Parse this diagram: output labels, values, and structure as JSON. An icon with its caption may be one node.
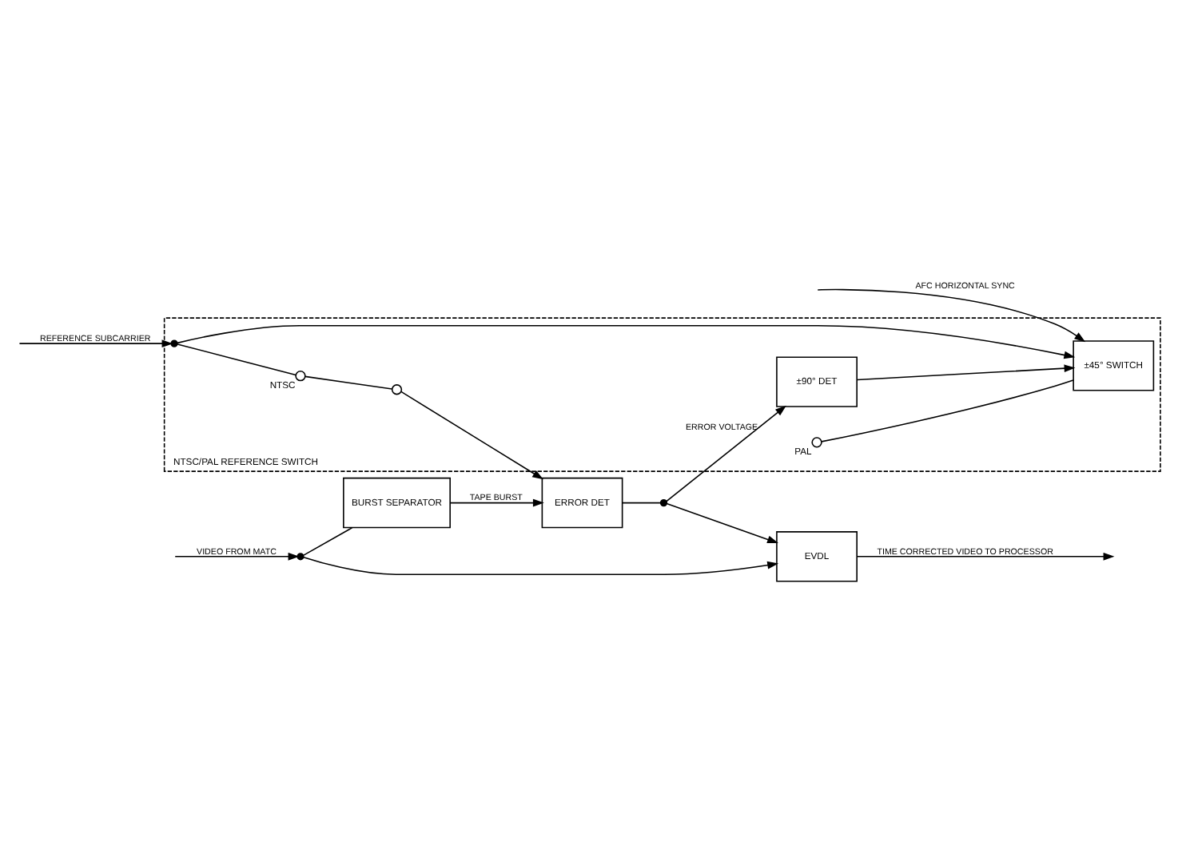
{
  "diagram": {
    "nodes": [
      {
        "text": [
          "NTSC/PAL REFERENCE SWITCH"
        ]
      },
      {
        "text": [
          "EVDL"
        ]
      },
      {
        "text": [
          "BURST SEPARATOR"
        ]
      },
      {
        "text": [
          "ERROR DET"
        ]
      },
      {
        "text": [
          "±90° DET"
        ],
        "in": 0
      },
      {
        "text": [
          "±45° SWITCH"
        ],
        "in": 0
      },
      {
        "text": [],
        "shape": "dot"
      },
      {
        "text": [],
        "shape": "dot"
      },
      {
        "text": [],
        "shape": "dot",
        "in": 0
      },
      {
        "text": [],
        "shape": "circle",
        "beside": [
          "NTSC"
        ],
        "in": 0
      },
      {
        "text": [],
        "shape": "circle",
        "in": 0
      },
      {
        "text": [],
        "shape": "circle",
        "beside": [
          "PAL"
        ],
        "in": 0
      }
    ],
    "edges": [
      {
        "from": null,
        "to": 6,
        "arrow": "to",
        "label": "VIDEO FROM MATC"
      },
      {
        "from": 6,
        "to": 1,
        "arrow": "to"
      },
      {
        "from": 1,
        "to": null,
        "arrow": "to",
        "label": "TIME CORRECTED VIDEO TO PROCESSOR"
      },
      {
        "from": 6,
        "to": 2,
        "arrow": "none"
      },
      {
        "from": 2,
        "to": 3,
        "arrow": "to",
        "label": "TAPE BURST"
      },
      {
        "from": 3,
        "to": 7,
        "arrow": "none"
      },
      {
        "from": 7,
        "to": 1,
        "arrow": "to"
      },
      {
        "from": 7,
        "to": 4,
        "arrow": "to",
        "label": "ERROR VOLTAGE"
      },
      {
        "from": 4,
        "to": 5,
        "arrow": "to"
      },
      {
        "from": null,
        "to": 8,
        "arrow": "to",
        "label": "REFERENCE SUBCARRIER"
      },
      {
        "from": 8,
        "to": 5,
        "arrow": "to"
      },
      {
        "from": 8,
        "to": 9,
        "arrow": "none"
      },
      {
        "from": 9,
        "to": 10,
        "arrow": "none"
      },
      {
        "from": 10,
        "to": 3,
        "arrow": "to"
      },
      {
        "from": 11,
        "to": 5,
        "arrow": "none"
      },
      {
        "from": null,
        "to": 5,
        "arrow": "to",
        "label": "AFC HORIZONTAL SYNC"
      }
    ]
  }
}
